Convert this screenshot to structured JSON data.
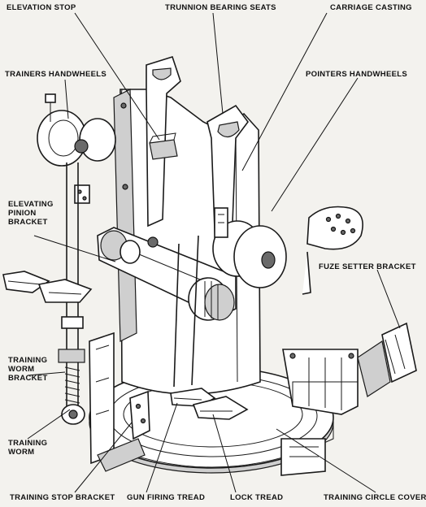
{
  "labels": {
    "elevation_stop": "ELEVATION STOP",
    "trunnion_bearing_seats": "TRUNNION BEARING SEATS",
    "carriage_casting": "CARRIAGE CASTING",
    "trainers_handwheels": "TRAINERS HANDWHEELS",
    "pointers_handwheels": "POINTERS HANDWHEELS",
    "elevating_pinion_bracket": [
      "ELEVATING",
      "PINION",
      "BRACKET"
    ],
    "fuze_setter_bracket": "FUZE SETTER BRACKET",
    "training_worm_bracket": [
      "TRAINING",
      "WORM",
      "BRACKET"
    ],
    "training_worm": [
      "TRAINING",
      "WORM"
    ],
    "training_stop_bracket": "TRAINING STOP BRACKET",
    "gun_firing_tread": "GUN FIRING TREAD",
    "lock_tread": "LOCK TREAD",
    "training_circle_cover": "TRAINING CIRCLE COVER"
  },
  "colors": {
    "paper": "#f3f2ee",
    "ink": "#1a1a1a"
  }
}
